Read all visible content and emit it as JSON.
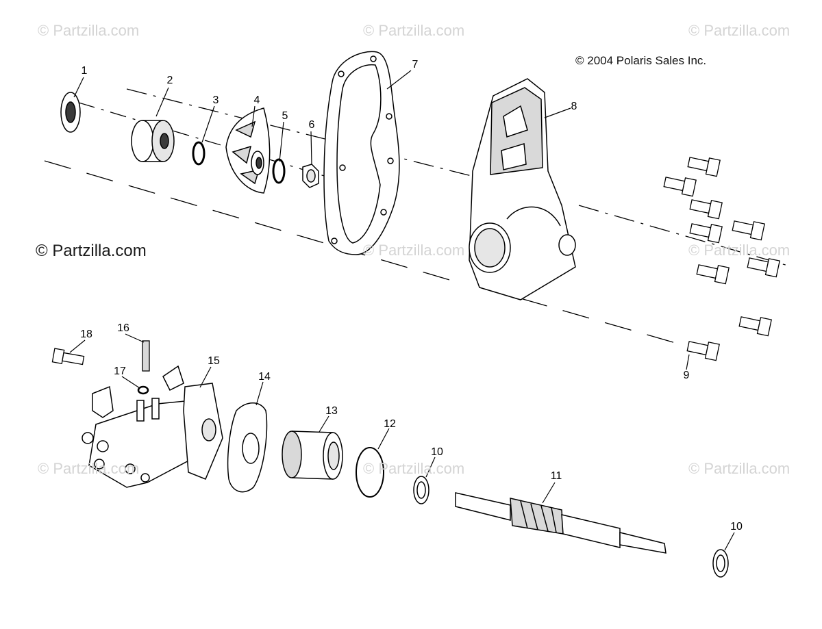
{
  "watermarks": {
    "text": "© Partzilla.com",
    "main": "© Partzilla.com"
  },
  "copyright": "© 2004 Polaris Sales Inc.",
  "callouts": [
    "1",
    "2",
    "3",
    "4",
    "5",
    "6",
    "7",
    "8",
    "9",
    "10",
    "11",
    "12",
    "13",
    "14",
    "15",
    "16",
    "17",
    "18",
    "10"
  ],
  "colors": {
    "line": "#000000",
    "fill": "#ffffff",
    "shade": "#d9d9d9",
    "dark": "#3a3a3a",
    "watermark": "#d4d4d4"
  }
}
